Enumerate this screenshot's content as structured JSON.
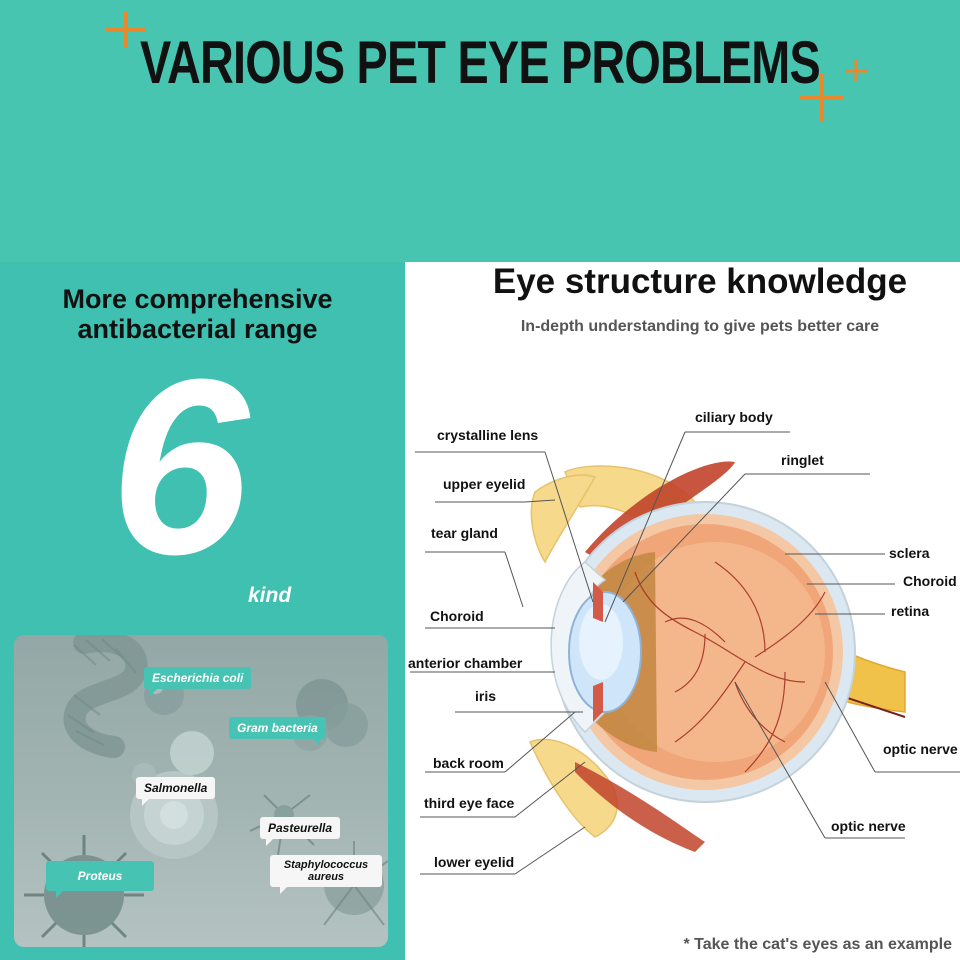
{
  "banner": {
    "title": "VARIOUS PET EYE PROBLEMS"
  },
  "left": {
    "heading_line1": "More comprehensive",
    "heading_line2": "antibacterial range",
    "count": "6",
    "count_unit": "kind",
    "bacteria": [
      "Escherichia coli",
      "Gram bacteria",
      "Salmonella",
      "Pasteurella",
      "Proteus",
      "Staphylococcus aureus"
    ]
  },
  "right": {
    "heading": "Eye structure knowledge",
    "subheading": "In-depth understanding to give pets better care",
    "labels": {
      "crystalline_lens": "crystalline lens",
      "upper_eyelid": "upper eyelid",
      "tear_gland": "tear gland",
      "choroid_left": "Choroid",
      "anterior_chamber": "anterior chamber",
      "iris": "iris",
      "back_room": "back room",
      "third_eye_face": "third eye face",
      "lower_eyelid": "lower eyelid",
      "ciliary_body": "ciliary body",
      "ringlet": "ringlet",
      "sclera": "sclera",
      "choroid_right": "Choroid",
      "retina": "retina",
      "optic_nerve_1": "optic nerve",
      "optic_nerve_2": "optic nerve"
    },
    "footnote": "* Take the cat's eyes as an example"
  }
}
